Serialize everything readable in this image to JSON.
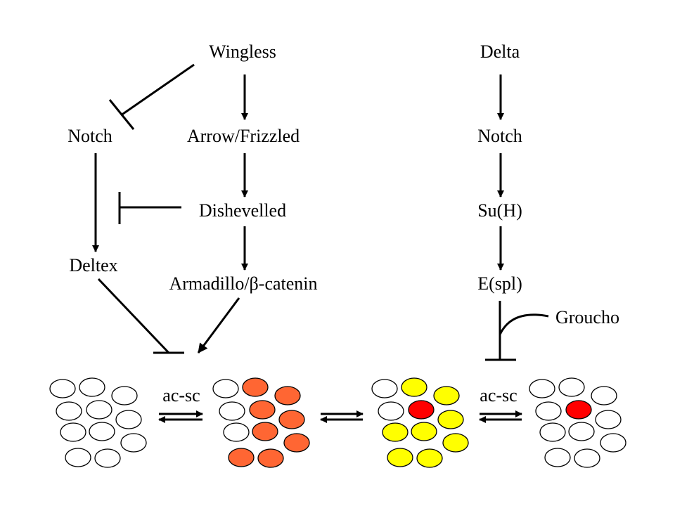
{
  "labels": {
    "wingless": "Wingless",
    "notch_left": "Notch",
    "arrow_frizzled": "Arrow/Frizzled",
    "dishevelled": "Dishevelled",
    "deltex": "Deltex",
    "armadillo": "Armadillo/β-catenin",
    "delta": "Delta",
    "notch_right": "Notch",
    "suh": "Su(H)",
    "espl": "E(spl)",
    "groucho": "Groucho",
    "acsc_left": "ac-sc",
    "acsc_right": "ac-sc"
  },
  "colors": {
    "white_cell": "#ffffff",
    "orange_cell": "#ff6633",
    "yellow_cell": "#ffff00",
    "red_cell": "#ff0000",
    "line": "#000000"
  },
  "clusters": [
    {
      "name": "cluster-1",
      "cells": [
        "white",
        "white",
        "white",
        "white",
        "white",
        "white",
        "white",
        "white",
        "white",
        "white",
        "white"
      ]
    },
    {
      "name": "cluster-2",
      "cells": [
        "white",
        "orange",
        "orange",
        "white",
        "orange",
        "orange",
        "white",
        "orange",
        "orange",
        "orange",
        "orange"
      ]
    },
    {
      "name": "cluster-3",
      "cells": [
        "white",
        "yellow",
        "yellow",
        "white",
        "red",
        "yellow",
        "yellow",
        "yellow",
        "yellow",
        "yellow",
        "yellow"
      ]
    },
    {
      "name": "cluster-4",
      "cells": [
        "white",
        "white",
        "white",
        "white",
        "red",
        "white",
        "white",
        "white",
        "white",
        "white",
        "white"
      ]
    }
  ]
}
